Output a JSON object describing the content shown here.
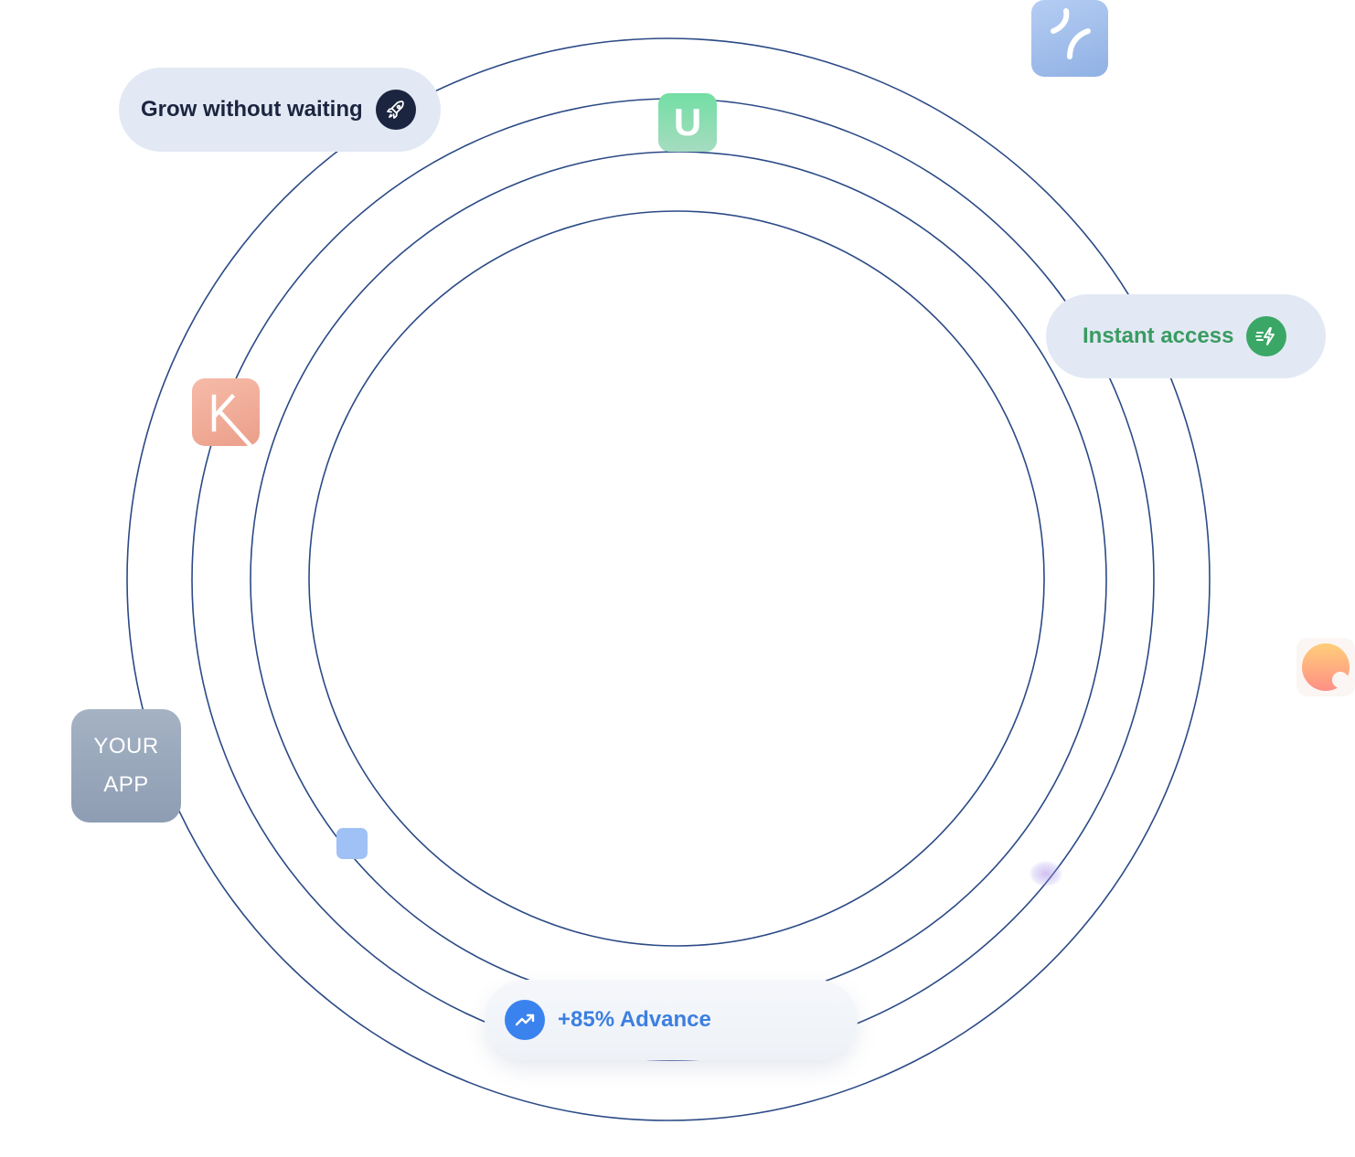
{
  "badges": {
    "grow": {
      "label": "Grow without waiting",
      "icon": "rocket-icon"
    },
    "instant": {
      "label": "Instant access",
      "icon": "fast-bolt-icon"
    },
    "advance": {
      "label": "+85% Advance",
      "icon": "trending-up-icon"
    }
  },
  "app_tiles": {
    "your_app": {
      "line1": "YOUR",
      "line2": "APP"
    },
    "u_app": {
      "letter": "U"
    }
  },
  "colors": {
    "ring_stroke": "#2b4a86",
    "badge_bg": "#e2e9f4",
    "dark_navy": "#1b2540",
    "green": "#3aa766",
    "blue": "#3a82ee"
  }
}
